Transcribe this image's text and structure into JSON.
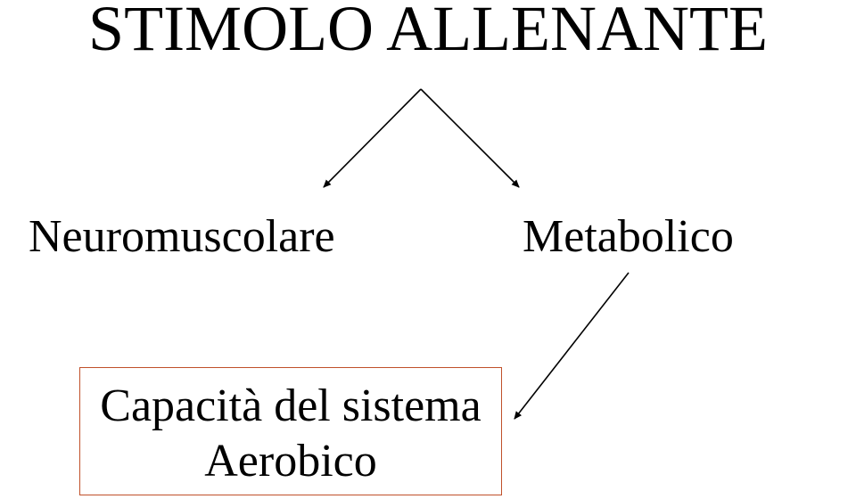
{
  "title": "STIMOLO ALLENANTE",
  "nodes": {
    "left": "Neuromuscolare",
    "right": "Metabolico"
  },
  "box": {
    "line1": "Capacità del sistema",
    "line2": "Aerobico",
    "border_color": "#c0502a"
  }
}
